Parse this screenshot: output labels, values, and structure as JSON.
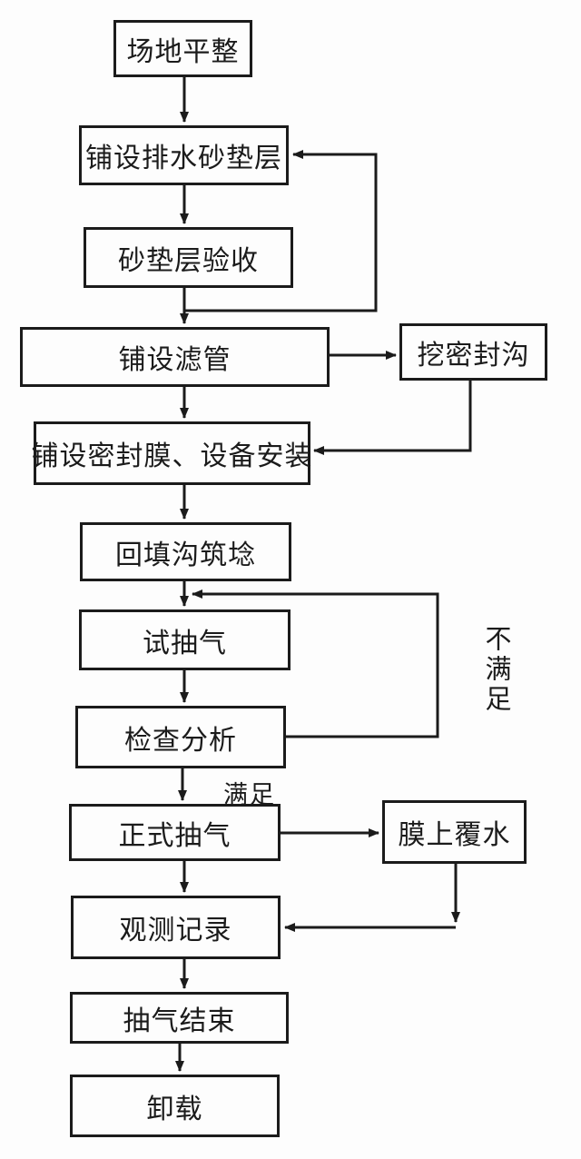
{
  "diagram": {
    "type": "flowchart",
    "background_color": "#fdfdfd",
    "line_color": "#1b1b1b",
    "nodes": [
      {
        "id": "site-leveling",
        "label": "场地平整"
      },
      {
        "id": "lay-drainage-sand-cushion",
        "label": "铺设排水砂垫层"
      },
      {
        "id": "sand-cushion-acceptance",
        "label": "砂垫层验收"
      },
      {
        "id": "lay-filter-pipes",
        "label": "铺设滤管"
      },
      {
        "id": "dig-sealing-trench",
        "label": "挖密封沟"
      },
      {
        "id": "lay-sealing-membrane-equipment-installation",
        "label": "铺设密封膜、设备安装"
      },
      {
        "id": "backfill-trench-build-levee",
        "label": "回填沟筑埝"
      },
      {
        "id": "trial-air-pumping",
        "label": "试抽气"
      },
      {
        "id": "inspection-analysis",
        "label": "检查分析"
      },
      {
        "id": "formal-air-pumping",
        "label": "正式抽气"
      },
      {
        "id": "water-cover-on-membrane",
        "label": "膜上覆水"
      },
      {
        "id": "observation-record",
        "label": "观测记录"
      },
      {
        "id": "air-pumping-end",
        "label": "抽气结束"
      },
      {
        "id": "unloading",
        "label": "卸载"
      }
    ],
    "edge_labels": {
      "satisfied": "满足",
      "not_satisfied": "不满足"
    },
    "edges": [
      {
        "from": "site-leveling",
        "to": "lay-drainage-sand-cushion"
      },
      {
        "from": "lay-drainage-sand-cushion",
        "to": "sand-cushion-acceptance"
      },
      {
        "from": "sand-cushion-acceptance",
        "to": "lay-filter-pipes"
      },
      {
        "from": "sand-cushion-acceptance",
        "to": "lay-drainage-sand-cushion",
        "note": "rework feedback"
      },
      {
        "from": "lay-filter-pipes",
        "to": "dig-sealing-trench"
      },
      {
        "from": "dig-sealing-trench",
        "to": "lay-sealing-membrane-equipment-installation"
      },
      {
        "from": "lay-filter-pipes",
        "to": "lay-sealing-membrane-equipment-installation"
      },
      {
        "from": "lay-sealing-membrane-equipment-installation",
        "to": "backfill-trench-build-levee"
      },
      {
        "from": "backfill-trench-build-levee",
        "to": "trial-air-pumping"
      },
      {
        "from": "trial-air-pumping",
        "to": "inspection-analysis"
      },
      {
        "from": "inspection-analysis",
        "to": "trial-air-pumping",
        "label": "不满足"
      },
      {
        "from": "inspection-analysis",
        "to": "formal-air-pumping",
        "label": "满足"
      },
      {
        "from": "formal-air-pumping",
        "to": "water-cover-on-membrane"
      },
      {
        "from": "formal-air-pumping",
        "to": "observation-record"
      },
      {
        "from": "water-cover-on-membrane",
        "to": "observation-record"
      },
      {
        "from": "observation-record",
        "to": "air-pumping-end"
      },
      {
        "from": "air-pumping-end",
        "to": "unloading"
      }
    ]
  }
}
